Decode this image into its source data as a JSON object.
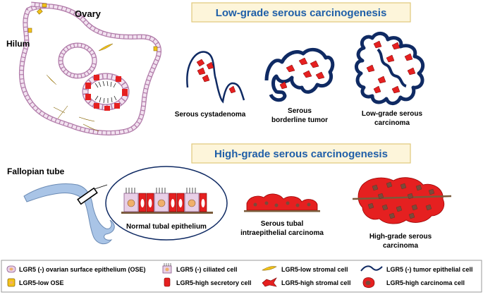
{
  "colors": {
    "title_blue": "#1f5fa8",
    "title_bg": "#fdf5da",
    "title_border": "#e0c77a",
    "ose_pink": "#e8cfe6",
    "ose_stroke": "#8a5a8a",
    "red": "#e52020",
    "navy": "#0f2a63",
    "yellow": "#f3c318",
    "brown": "#7a5a3a",
    "fallopian_blue": "#a9c4e6"
  },
  "titles": {
    "low_grade": "Low-grade serous carcinogenesis",
    "high_grade": "High-grade serous carcinogenesis"
  },
  "labels": {
    "ovary": "Ovary",
    "hilum": "Hilum",
    "fallopian_tube": "Fallopian tube",
    "serous_cystadenoma": "Serous cystadenoma",
    "serous_borderline_1": "Serous",
    "serous_borderline_2": "borderline tumor",
    "lg_carcinoma_1": "Low-grade serous",
    "lg_carcinoma_2": "carcinoma",
    "normal_tubal": "Normal tubal epithelium",
    "stic_1": "Serous tubal",
    "stic_2": "intraepithelial carcinoma",
    "hg_carcinoma_1": "High-grade serous",
    "hg_carcinoma_2": "carcinoma"
  },
  "legend": {
    "ose_negative": "LGR5 (-) ovarian surface epithelium (OSE)",
    "ciliated_negative": "LGR5 (-) ciliated cell",
    "stromal_low": "LGR5-low stromal cell",
    "tumor_epithelial_negative": "LGR5 (-) tumor epithelial cell",
    "ose_low": "LGR5-low OSE",
    "secretory_high": "LGR5-high secretory cell",
    "stromal_high": "LGR5-high stromal cell",
    "carcinoma_high": "LGR5-high carcinoma cell"
  }
}
